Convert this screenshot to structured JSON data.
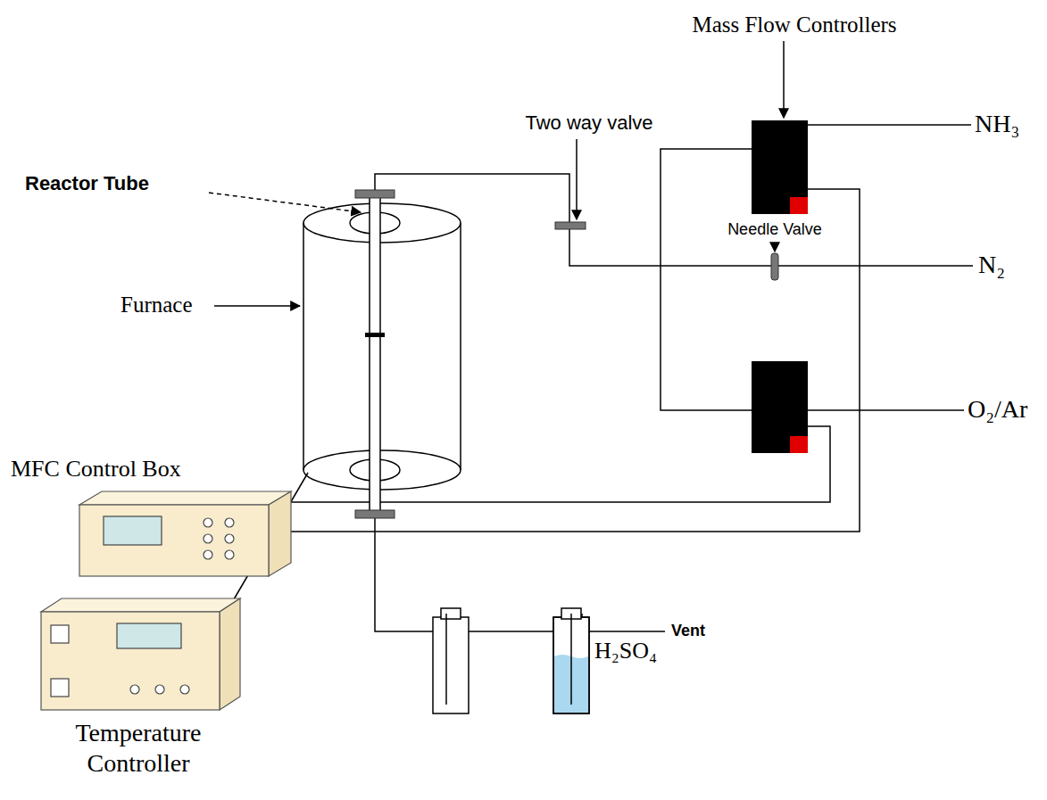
{
  "diagram": {
    "nodes": [
      {
        "text": [
          "MFC Control Box"
        ]
      },
      {
        "text": [
          "Temperature Controller"
        ]
      }
    ],
    "labels": [
      "Mass Flow Controllers",
      "Two way valve",
      "Reactor Tube",
      "Needle Valve",
      "Furnace",
      "NH₃",
      "N₂",
      "O₂/Ar",
      "Vent",
      "H₂SO₄"
    ]
  }
}
